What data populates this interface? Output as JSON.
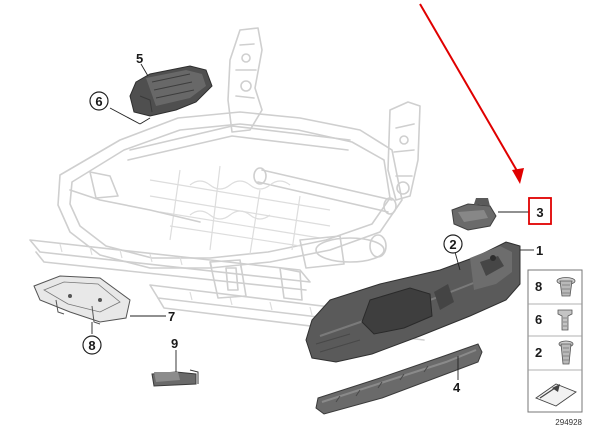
{
  "diagram": {
    "reference_number": "294928",
    "highlight_color": "#e00000",
    "part_color": "#5e5e5e",
    "frame_color": "#cfcfcf",
    "callouts": [
      {
        "id": "c1",
        "label": "1",
        "circled": false,
        "highlighted": false
      },
      {
        "id": "c2",
        "label": "2",
        "circled": true,
        "highlighted": false
      },
      {
        "id": "c3",
        "label": "3",
        "circled": false,
        "highlighted": true
      },
      {
        "id": "c4",
        "label": "4",
        "circled": false,
        "highlighted": false
      },
      {
        "id": "c5",
        "label": "5",
        "circled": false,
        "highlighted": false
      },
      {
        "id": "c6",
        "label": "6",
        "circled": true,
        "highlighted": false
      },
      {
        "id": "c7",
        "label": "7",
        "circled": false,
        "highlighted": false
      },
      {
        "id": "c8",
        "label": "8",
        "circled": true,
        "highlighted": false
      },
      {
        "id": "c9",
        "label": "9",
        "circled": false,
        "highlighted": false
      }
    ],
    "fastener_legend": [
      {
        "label": "8",
        "icon": "screw-icon"
      },
      {
        "label": "6",
        "icon": "clip-nut-icon"
      },
      {
        "label": "2",
        "icon": "screw-icon"
      }
    ],
    "arrow_icon": "red-pointer-arrow",
    "corner_icon": "assembly-hint-icon"
  }
}
